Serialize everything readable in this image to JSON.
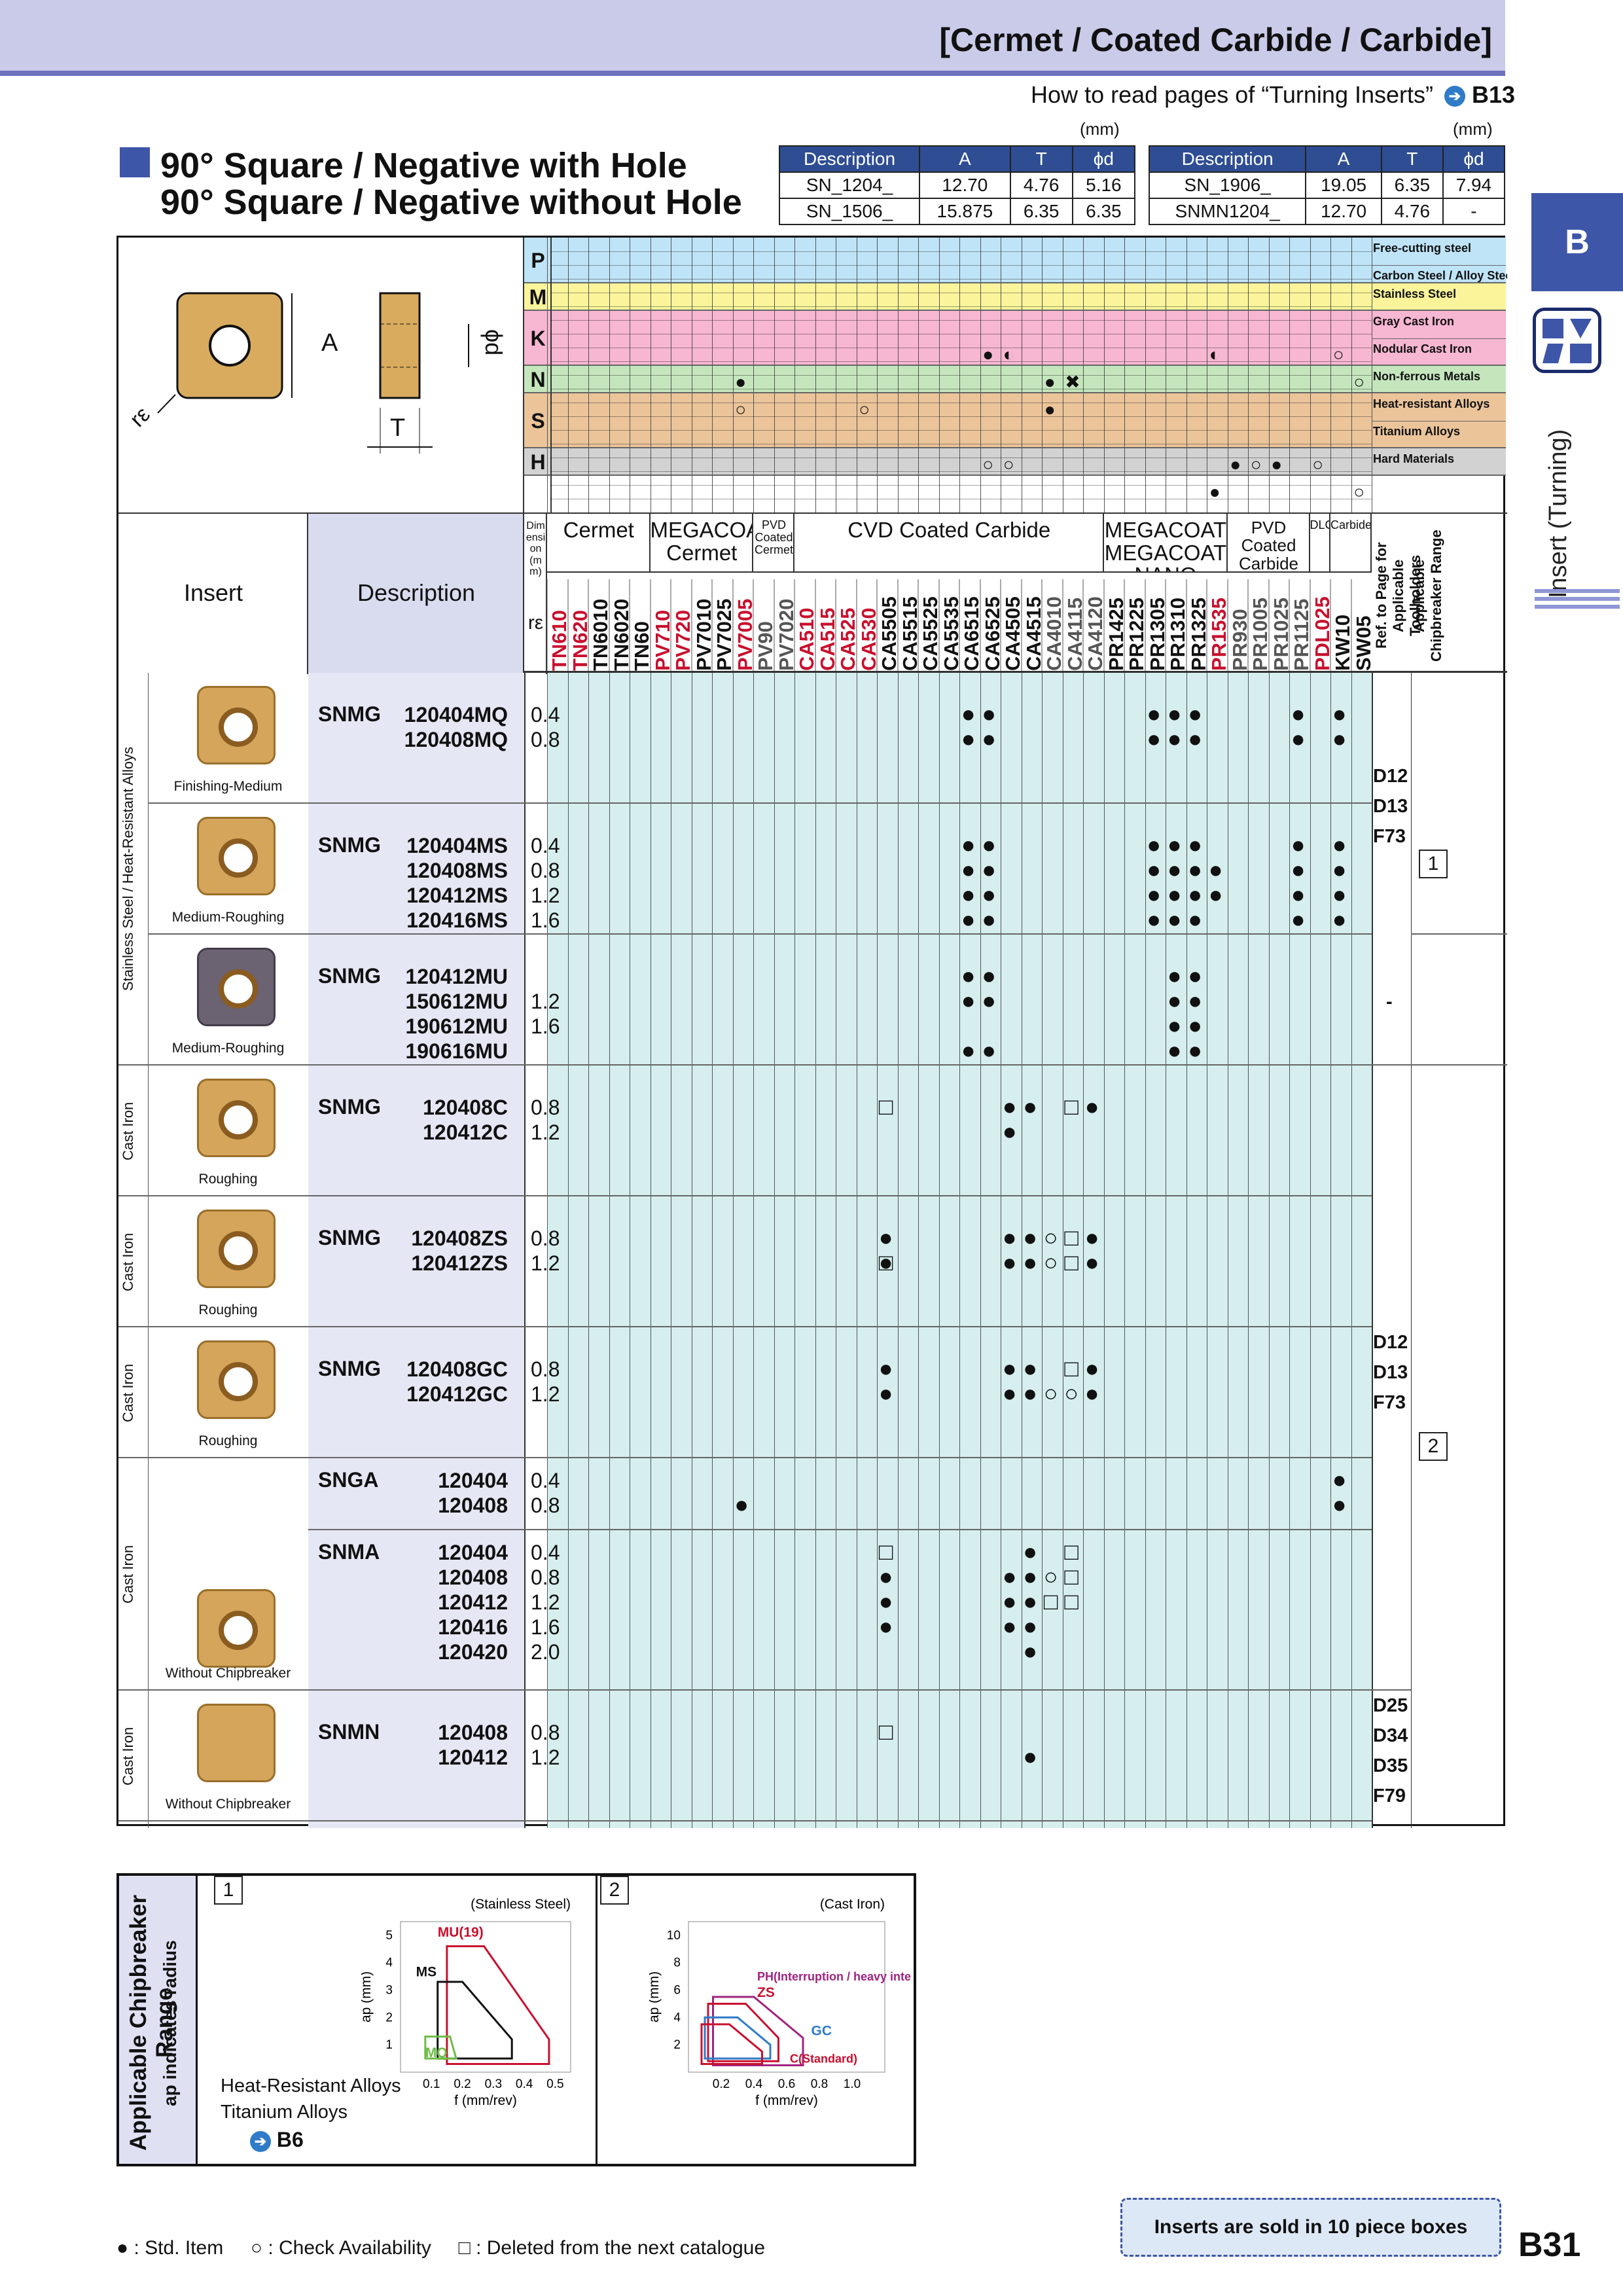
{
  "header": {
    "title": "[Cermet / Coated Carbide / Carbide]",
    "read_text": "How to read pages of “Turning Inserts”",
    "read_ref": "B13"
  },
  "title": {
    "line1": "90° Square / Negative with Hole",
    "line2": "90° Square / Negative without Hole"
  },
  "dim_tables": {
    "unit": "(mm)",
    "headers": [
      "Description",
      "A",
      "T",
      "ϕd"
    ],
    "left": [
      [
        "SN_1204_",
        "12.70",
        "4.76",
        "5.16"
      ],
      [
        "SN_1506_",
        "15.875",
        "6.35",
        "6.35"
      ]
    ],
    "right": [
      [
        "SN_1906_",
        "19.05",
        "6.35",
        "7.94"
      ],
      [
        "SNMN1204_",
        "12.70",
        "4.76",
        "-"
      ]
    ]
  },
  "side": {
    "tab": "B",
    "label": "Insert (Turning)"
  },
  "drawing": {
    "A": "A",
    "T": "T",
    "d": "ϕd",
    "re": "rε"
  },
  "materials": [
    {
      "code": "P",
      "color": "#bfe4f7",
      "right": [
        "Free-cutting steel",
        "Carbon Steel / Alloy Steel"
      ]
    },
    {
      "code": "M",
      "color": "#fbf49a",
      "right": [
        "Stainless Steel"
      ]
    },
    {
      "code": "K",
      "color": "#f7b6d2",
      "right": [
        "Gray Cast Iron",
        "Nodular Cast Iron"
      ]
    },
    {
      "code": "N",
      "color": "#c5e6bd",
      "right": [
        "Non-ferrous Metals"
      ]
    },
    {
      "code": "S",
      "color": "#ebc49a",
      "right": [
        "Heat-resistant Alloys",
        "Titanium Alloys"
      ]
    },
    {
      "code": "H",
      "color": "#d2d2d2",
      "right": [
        "Hard Materials"
      ]
    }
  ],
  "column_headers": {
    "insert": "Insert",
    "description": "Description",
    "dimension": "Dimension (mm)",
    "re": "rε",
    "groups": [
      "Cermet",
      "MEGACOAT Cermet",
      "PVD Coated Cermet",
      "CVD Coated Carbide",
      "MEGACOAT MEGACOAT NANO",
      "PVD Coated Carbide",
      "DLC",
      "Carbide"
    ],
    "ref": "Ref. to Page for Applicable Toolholders",
    "chip": "Applicable Chipbreaker Range"
  },
  "grades": [
    "TN610",
    "TN620",
    "TN6010",
    "TN6020",
    "TN60",
    "PV710",
    "PV720",
    "PV7010",
    "PV7025",
    "PV7005",
    "PV90",
    "PV7020",
    "CA510",
    "CA515",
    "CA525",
    "CA530",
    "CA5505",
    "CA5515",
    "CA5525",
    "CA5535",
    "CA6515",
    "CA6525",
    "CA4505",
    "CA4515",
    "CA4010",
    "CA4115",
    "CA4120",
    "PR1425",
    "PR1225",
    "PR1305",
    "PR1310",
    "PR1325",
    "PR1535",
    "PR930",
    "PR1005",
    "PR1025",
    "PR1125",
    "PDL025",
    "KW10",
    "SW05"
  ],
  "grade_colors": [
    "#c8102e",
    "#c8102e",
    "#111",
    "#111",
    "#111",
    "#c8102e",
    "#c8102e",
    "#111",
    "#111",
    "#c8102e",
    "#555",
    "#555",
    "#c8102e",
    "#c8102e",
    "#c8102e",
    "#c8102e",
    "#111",
    "#111",
    "#111",
    "#111",
    "#111",
    "#111",
    "#111",
    "#111",
    "#555",
    "#555",
    "#555",
    "#111",
    "#111",
    "#111",
    "#111",
    "#111",
    "#c8102e",
    "#555",
    "#555",
    "#555",
    "#555",
    "#c8102e",
    "#111",
    "#111"
  ],
  "rows": [
    {
      "group": "Stainless Steel / Heat-Resistant Alloys",
      "caption": "Finishing-Medium",
      "series": "SNMG",
      "codes": [
        "120404MQ",
        "120408MQ"
      ],
      "re": [
        "0.4",
        "0.8"
      ]
    },
    {
      "caption": "Medium-Roughing",
      "series": "SNMG",
      "codes": [
        "120404MS",
        "120408MS",
        "120412MS",
        "120416MS"
      ],
      "re": [
        "0.4",
        "0.8",
        "1.2",
        "1.6"
      ]
    },
    {
      "caption": "Medium-Roughing",
      "series": "SNMG",
      "codes": [
        "120412MU",
        "150612MU",
        "190612MU",
        "190616MU"
      ],
      "re": [
        "1.2",
        "1.6"
      ]
    },
    {
      "group": "Cast Iron",
      "caption": "Roughing",
      "series": "SNMG",
      "codes": [
        "120408C",
        "120412C"
      ],
      "re": [
        "0.8",
        "1.2"
      ]
    },
    {
      "group": "Cast Iron",
      "caption": "Roughing",
      "series": "SNMG",
      "codes": [
        "120408ZS",
        "120412ZS"
      ],
      "re": [
        "0.8",
        "1.2"
      ]
    },
    {
      "group": "Cast Iron",
      "caption": "Roughing",
      "series": "SNMG",
      "codes": [
        "120408GC",
        "120412GC"
      ],
      "re": [
        "0.8",
        "1.2"
      ]
    },
    {
      "series": "SNGA",
      "codes": [
        "120404",
        "120408"
      ],
      "re": [
        "0.4",
        "0.8"
      ]
    },
    {
      "group": "Cast Iron",
      "caption": "Without Chipbreaker",
      "series": "SNMA",
      "codes": [
        "120404",
        "120408",
        "120412",
        "120416",
        "120420"
      ],
      "re": [
        "0.4",
        "0.8",
        "1.2",
        "1.6",
        "2.0"
      ]
    },
    {
      "group": "Cast Iron",
      "caption": "Without Chipbreaker",
      "series": "SNMN",
      "codes": [
        "120408",
        "120412"
      ],
      "re": [
        "0.8",
        "1.2"
      ]
    }
  ],
  "refs": {
    "a": [
      "D12",
      "D13",
      "F73"
    ],
    "dash": "-",
    "b": [
      "D12",
      "D13",
      "F73"
    ],
    "c": [
      "D25",
      "D34",
      "D35",
      "F79"
    ]
  },
  "chip_boxes": [
    "1",
    "2"
  ],
  "legend": {
    "title": "Applicable Chipbreaker Range",
    "subtitle": "ap indicates radius",
    "note1": "Heat-Resistant Alloys",
    "note2": "Titanium Alloys",
    "note_ref": "B6",
    "chart1": {
      "num": "1",
      "title": "(Stainless Steel)",
      "ylabel": "ap (mm)",
      "xlabel": "f (mm/rev)",
      "xticks": [
        "0.1",
        "0.2",
        "0.3",
        "0.4",
        "0.5"
      ],
      "yticks": [
        "1",
        "2",
        "3",
        "4",
        "5"
      ],
      "labels": [
        "MU(19)",
        "MS",
        "MQ"
      ]
    },
    "chart2": {
      "num": "2",
      "title": "(Cast Iron)",
      "ylabel": "ap (mm)",
      "xlabel": "f (mm/rev)",
      "xticks": [
        "0.2",
        "0.4",
        "0.6",
        "0.8",
        "1.0"
      ],
      "yticks": [
        "2",
        "4",
        "6",
        "8",
        "10"
      ],
      "labels": [
        "PH(Interruption / heavy interruption)",
        "ZS",
        "GC",
        "C(Standard)"
      ]
    }
  },
  "footer": {
    "std": ": Std. Item",
    "check": ": Check Availability",
    "deleted": ": Deleted from the next catalogue",
    "sold": "Inserts are sold in 10 piece boxes",
    "page": "B31"
  }
}
